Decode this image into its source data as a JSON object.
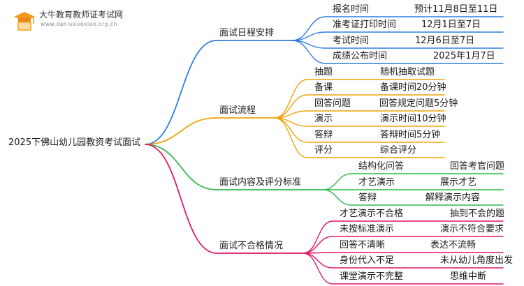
{
  "brand": {
    "name": "大牛教育教师证考试网",
    "url": "www.daniuxuexiao.org.cn",
    "icon": "graduation-cap-book-icon"
  },
  "root": {
    "label": "2025下佛山幼儿园教资考试面试"
  },
  "colors": {
    "schedule": "#2f7de1",
    "process": "#f0a30a",
    "content": "#2fb84f",
    "fail": "#e0156b"
  },
  "branches": [
    {
      "key": "schedule",
      "label": "面试日程安排",
      "items": [
        {
          "name": "报名时间",
          "value": "预计11月8日至11日"
        },
        {
          "name": "准考证打印时间",
          "value": "12月1日至7日"
        },
        {
          "name": "考试时间",
          "value": "12月6日至7日"
        },
        {
          "name": "成绩公布时间",
          "value": "2025年1月7日"
        }
      ]
    },
    {
      "key": "process",
      "label": "面试流程",
      "items": [
        {
          "name": "抽题",
          "value": "随机抽取试题"
        },
        {
          "name": "备课",
          "value": "备课时间20分钟"
        },
        {
          "name": "回答问题",
          "value": "回答规定问题5分钟"
        },
        {
          "name": "演示",
          "value": "演示时间10分钟"
        },
        {
          "name": "答辩",
          "value": "答辩时间5分钟"
        },
        {
          "name": "评分",
          "value": "综合评分"
        }
      ]
    },
    {
      "key": "content",
      "label": "面试内容及评分标准",
      "items": [
        {
          "name": "结构化问答",
          "value": "回答考官问题"
        },
        {
          "name": "才艺演示",
          "value": "展示才艺"
        },
        {
          "name": "答辩",
          "value": "解释演示内容"
        }
      ]
    },
    {
      "key": "fail",
      "label": "面试不合格情况",
      "items": [
        {
          "name": "才艺演示不合格",
          "value": "抽到不会的题"
        },
        {
          "name": "未按标准演示",
          "value": "演示不符合要求"
        },
        {
          "name": "回答不清晰",
          "value": "表达不流畅"
        },
        {
          "name": "身份代入不足",
          "value": "未从幼儿角度出发"
        },
        {
          "name": "课堂演示不完整",
          "value": "思维中断"
        }
      ]
    }
  ]
}
